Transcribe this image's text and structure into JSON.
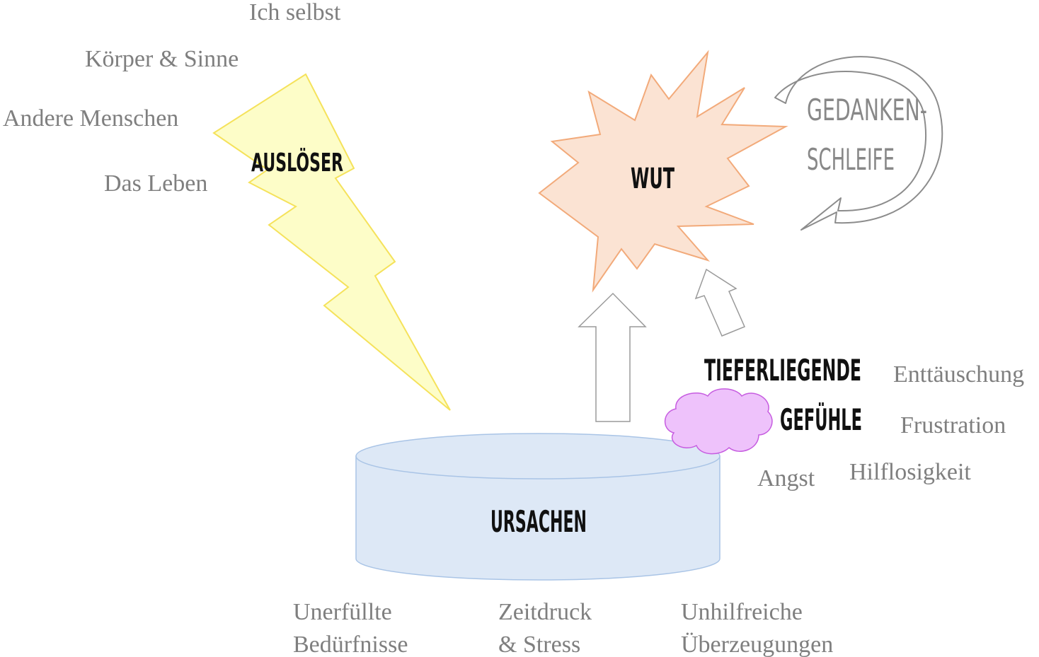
{
  "colors": {
    "trigger_fill": "#fdfdc8",
    "trigger_stroke": "#f5e25b",
    "anger_fill": "#fbe3d3",
    "anger_stroke": "#f2aa7a",
    "cylinder_fill": "#dde8f6",
    "cylinder_stroke": "#a9c4e6",
    "cloud_fill": "#eec2fb",
    "cloud_stroke": "#c65ce0",
    "arrow_stroke": "#9a9a9a",
    "loop_stroke": "#8c8c8c",
    "label_grey": "#7f7f7f"
  },
  "trigger": {
    "title": "AUSLÖSER",
    "sources": [
      "Ich selbst",
      "Körper & Sinne",
      "Andere Menschen",
      "Das Leben"
    ]
  },
  "anger": {
    "title": "WUT"
  },
  "loop": {
    "line1": "GEDANKEN-",
    "line2": "SCHLEIFE"
  },
  "deeper_feelings": {
    "line1": "TIEFERLIEGENDE",
    "line2": "GEFÜHLE",
    "items": [
      "Enttäuschung",
      "Frustration",
      "Hilflosigkeit",
      "Angst"
    ]
  },
  "causes": {
    "title": "URSACHEN",
    "items": [
      {
        "line1": "Unerfüllte",
        "line2": "Bedürfnisse"
      },
      {
        "line1": "Zeitdruck",
        "line2": "& Stress"
      },
      {
        "line1": "Unhilfreiche",
        "line2": "Überzeugungen"
      }
    ]
  }
}
